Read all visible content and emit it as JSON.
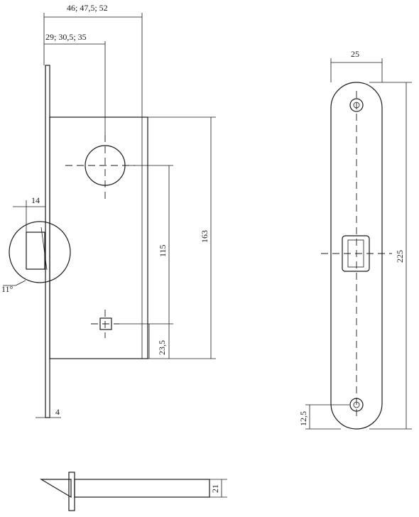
{
  "dimensions": {
    "overall_width": "46; 47,5; 52",
    "backset": "29; 30,5; 35",
    "latch_projection": "14",
    "latch_angle": "11°",
    "faceplate_thickness": "4",
    "height_115": "115",
    "height_163": "163",
    "height_23_5": "23,5",
    "faceplate_width": "25",
    "faceplate_length": "225",
    "screw_offset": "12,5",
    "latch_thickness": "21"
  },
  "colors": {
    "line": "#1a1a1a",
    "background": "#ffffff"
  }
}
